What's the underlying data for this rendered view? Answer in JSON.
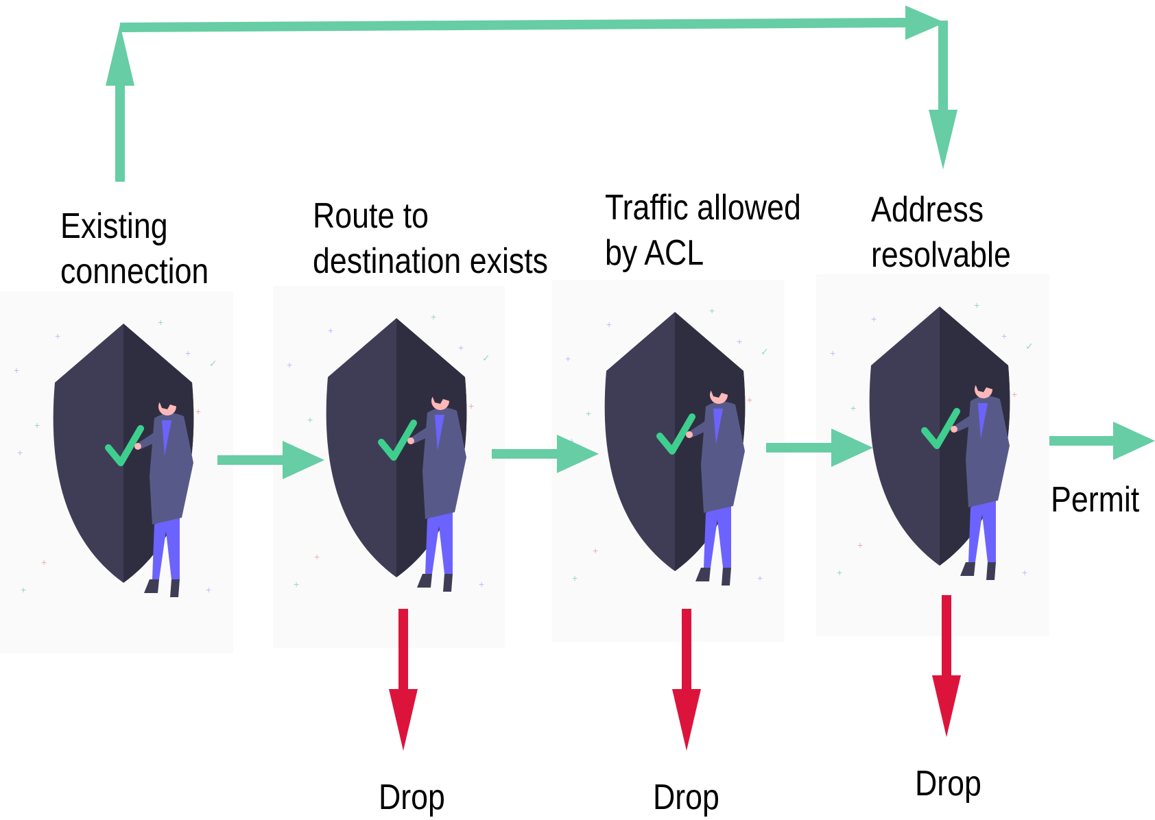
{
  "colors": {
    "flow_arrow": "#66cda5",
    "drop_arrow": "#dc143c",
    "shield": "#3f3d56",
    "shield_dark": "#2f2e41",
    "checkmark": "#3ecf8e",
    "person_pants": "#6c63ff",
    "person_jacket": "#575a89",
    "skin": "#ffb8b8",
    "hair": "#2f2e41"
  },
  "stages": [
    {
      "id": "existing-connection",
      "label_lines": [
        "Existing",
        "connection"
      ],
      "icon": "shield-person-check-icon"
    },
    {
      "id": "route-exists",
      "label_lines": [
        "Route to",
        "destination exists"
      ],
      "icon": "shield-person-check-icon",
      "drop_label": "Drop"
    },
    {
      "id": "acl-allowed",
      "label_lines": [
        "Traffic allowed",
        "by ACL"
      ],
      "icon": "shield-person-check-icon",
      "drop_label": "Drop"
    },
    {
      "id": "address-resolvable",
      "label_lines": [
        "Address",
        "resolvable"
      ],
      "icon": "shield-person-check-icon",
      "drop_label": "Drop"
    }
  ],
  "outcome": {
    "permit_label": "Permit"
  }
}
